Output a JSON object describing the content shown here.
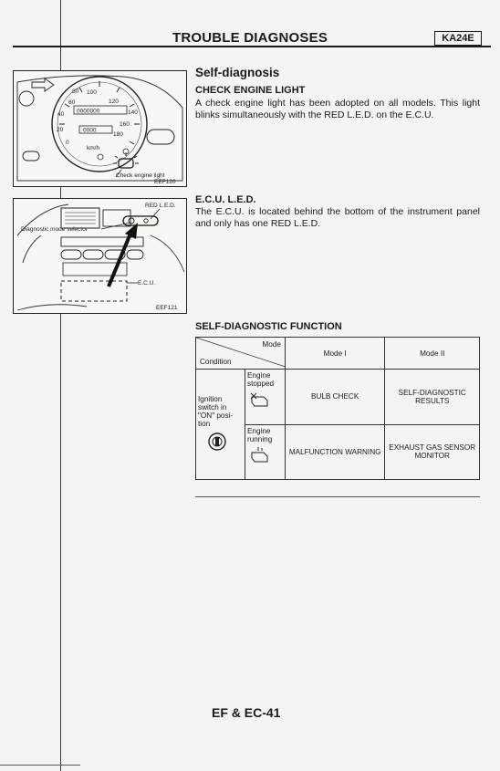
{
  "header": {
    "title": "TROUBLE DIAGNOSES",
    "model": "KA24E"
  },
  "figures": {
    "fig1": {
      "callout": "Check engine light",
      "code": "EEF120",
      "speed_labels": [
        "60",
        "80",
        "100",
        "120",
        "140",
        "160",
        "180",
        "40",
        "20",
        "0"
      ],
      "odometer": "0000000",
      "trip": "0000",
      "unit": "km/h"
    },
    "fig2": {
      "led_label": "RED L.E.D.",
      "selector_label": "Diagnostic mode selector",
      "ecu_label": "E.C.U.",
      "code": "EEF121"
    }
  },
  "sections": {
    "self_diagnosis": {
      "title": "Self-diagnosis",
      "subtitle": "CHECK ENGINE LIGHT",
      "body": "A check engine light has been adopted on all models. This light blinks simultaneously with the RED L.E.D. on the E.C.U."
    },
    "ecu_led": {
      "title": "E.C.U. L.E.D.",
      "body": "The E.C.U. is located behind the bottom of the instrument panel and only has one RED L.E.D."
    }
  },
  "table": {
    "title": "SELF-DIAGNOSTIC FUNCTION",
    "header_mode": "Mode",
    "header_condition": "Condition",
    "col_mode1": "Mode I",
    "col_mode2": "Mode II",
    "condition_left": "Ignition switch in \"ON\" posi- tion",
    "row1_state": "Engine stopped",
    "row1_mode1": "BULB CHECK",
    "row1_mode2": "SELF-DIAGNOSTIC RESULTS",
    "row2_state": "Engine running",
    "row2_mode1": "MALFUNCTION WARNING",
    "row2_mode2": "EXHAUST GAS SENSOR MONITOR"
  },
  "footer": {
    "page": "EF & EC-41"
  }
}
